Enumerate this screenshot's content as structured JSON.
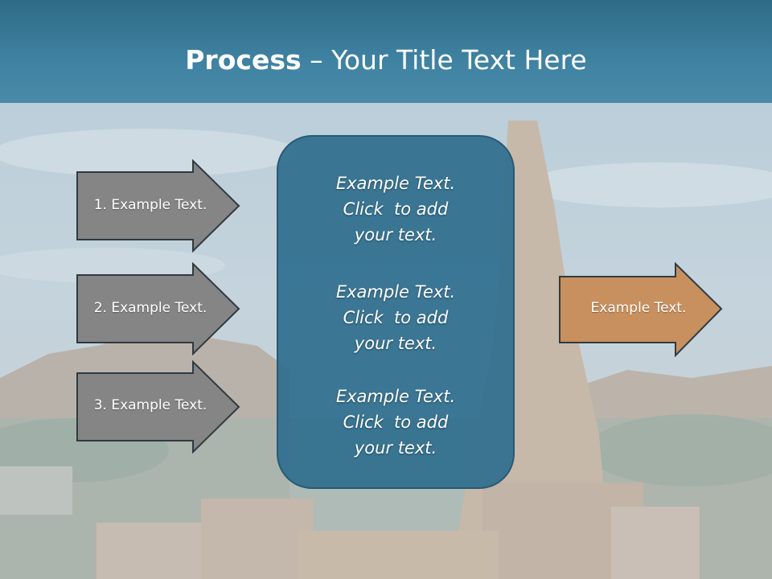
{
  "slide": {
    "title_strong": "Process",
    "title_rest": " – Your Title Text Here",
    "background": "temple-landscape-photo"
  },
  "colors": {
    "title_band": "#3f82a2",
    "gray_arrow": "#858585",
    "orange_arrow": "#c8905e",
    "center_box": "#2f6e8e"
  },
  "left_arrows": [
    {
      "label": "1. Example Text."
    },
    {
      "label": "2. Example Text."
    },
    {
      "label": "3. Example Text."
    }
  ],
  "center_box": {
    "paragraphs": [
      {
        "line1": "Example Text.",
        "line2": "Click  to add",
        "line3": "your text."
      },
      {
        "line1": "Example Text.",
        "line2": "Click  to add",
        "line3": "your text."
      },
      {
        "line1": "Example Text.",
        "line2": "Click  to add",
        "line3": "your text."
      }
    ]
  },
  "right_arrow": {
    "label": "Example Text."
  }
}
